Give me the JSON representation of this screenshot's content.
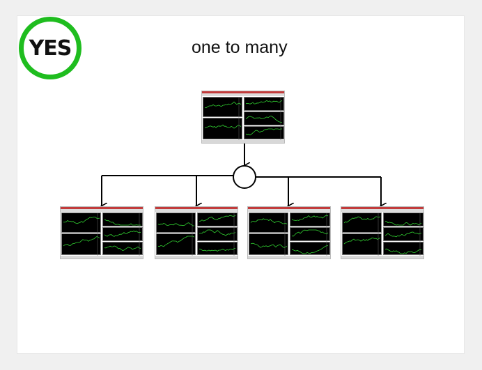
{
  "badge": {
    "label": "YES",
    "ring_color": "#1fbd1f"
  },
  "title": "one to many",
  "source_screen": {
    "icon": "trading-terminal-screenshot"
  },
  "hub": {
    "icon": "distribution-node-circle"
  },
  "targets": [
    {
      "icon": "trading-terminal-screenshot"
    },
    {
      "icon": "trading-terminal-screenshot"
    },
    {
      "icon": "trading-terminal-screenshot"
    },
    {
      "icon": "trading-terminal-screenshot"
    }
  ]
}
